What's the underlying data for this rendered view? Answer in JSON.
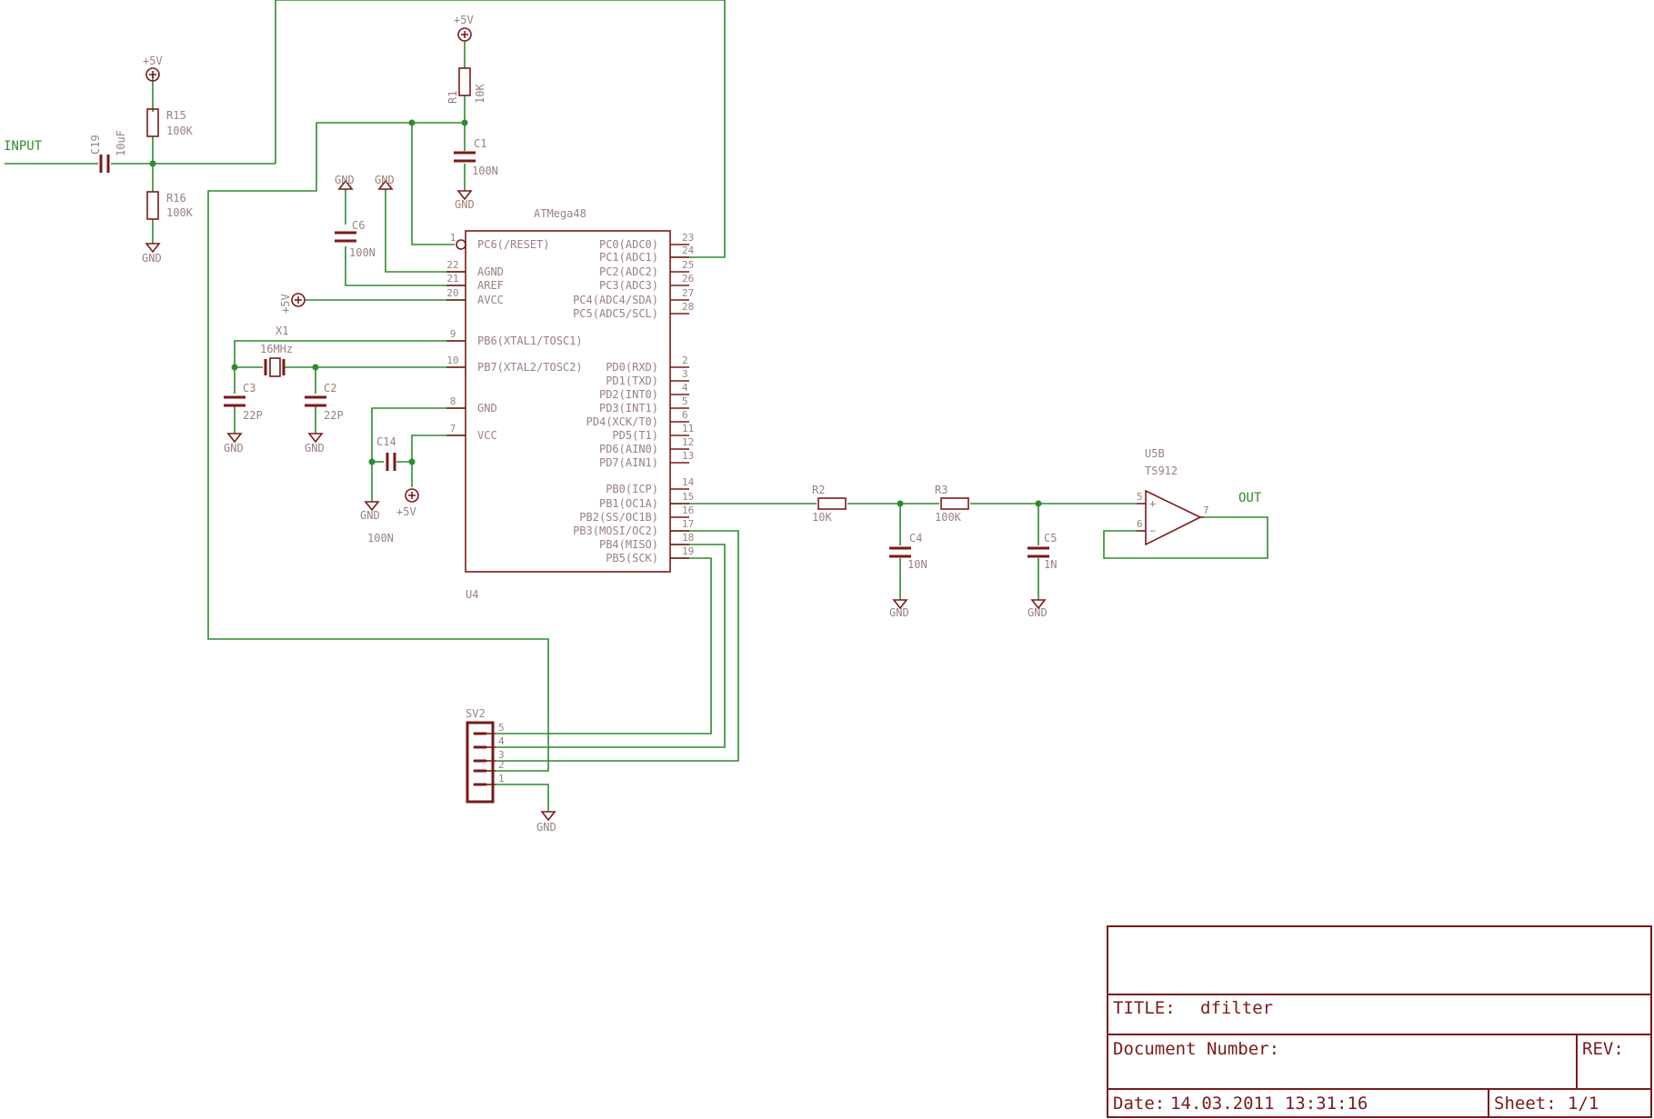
{
  "power": {
    "vcc": "+5V",
    "gnd": "GND"
  },
  "nets": {
    "input": "INPUT",
    "output": "OUT"
  },
  "components": {
    "c19": {
      "ref": "C19",
      "value": "10uF"
    },
    "r15": {
      "ref": "R15",
      "value": "100K"
    },
    "r16": {
      "ref": "R16",
      "value": "100K"
    },
    "r1": {
      "ref": "R1",
      "value": "10K"
    },
    "c1": {
      "ref": "C1",
      "value": "100N"
    },
    "c6": {
      "ref": "C6",
      "value": "100N"
    },
    "x1": {
      "ref": "X1",
      "value": "16MHz"
    },
    "c3": {
      "ref": "C3",
      "value": "22P"
    },
    "c2": {
      "ref": "C2",
      "value": "22P"
    },
    "c14": {
      "ref": "C14",
      "value": "100N"
    },
    "r2": {
      "ref": "R2",
      "value": "10K"
    },
    "r3": {
      "ref": "R3",
      "value": "100K"
    },
    "c4": {
      "ref": "C4",
      "value": "10N"
    },
    "c5": {
      "ref": "C5",
      "value": "1N"
    },
    "u5b": {
      "ref": "U5B",
      "value": "TS912",
      "pins": [
        "5",
        "6",
        "7"
      ],
      "plus": "+",
      "minus": "−"
    },
    "sv2": {
      "ref": "SV2",
      "pins": [
        "5",
        "4",
        "3",
        "2",
        "1"
      ]
    }
  },
  "mcu": {
    "ref": "U4",
    "part": "ATMega48",
    "left_pins": [
      {
        "num": "1",
        "name": "PC6(/RESET)"
      },
      {
        "num": "22",
        "name": "AGND"
      },
      {
        "num": "21",
        "name": "AREF"
      },
      {
        "num": "20",
        "name": "AVCC"
      },
      {
        "num": "9",
        "name": "PB6(XTAL1/TOSC1)"
      },
      {
        "num": "10",
        "name": "PB7(XTAL2/TOSC2)"
      },
      {
        "num": "8",
        "name": "GND"
      },
      {
        "num": "7",
        "name": "VCC"
      }
    ],
    "right_pins": [
      {
        "num": "23",
        "name": "PC0(ADC0)"
      },
      {
        "num": "24",
        "name": "PC1(ADC1)"
      },
      {
        "num": "25",
        "name": "PC2(ADC2)"
      },
      {
        "num": "26",
        "name": "PC3(ADC3)"
      },
      {
        "num": "27",
        "name": "PC4(ADC4/SDA)"
      },
      {
        "num": "28",
        "name": "PC5(ADC5/SCL)"
      },
      {
        "num": "2",
        "name": "PD0(RXD)"
      },
      {
        "num": "3",
        "name": "PD1(TXD)"
      },
      {
        "num": "4",
        "name": "PD2(INT0)"
      },
      {
        "num": "5",
        "name": "PD3(INT1)"
      },
      {
        "num": "6",
        "name": "PD4(XCK/T0)"
      },
      {
        "num": "11",
        "name": "PD5(T1)"
      },
      {
        "num": "12",
        "name": "PD6(AIN0)"
      },
      {
        "num": "13",
        "name": "PD7(AIN1)"
      },
      {
        "num": "14",
        "name": "PB0(ICP)"
      },
      {
        "num": "15",
        "name": "PB1(OC1A)"
      },
      {
        "num": "16",
        "name": "PB2(SS/OC1B)"
      },
      {
        "num": "17",
        "name": "PB3(MOSI/OC2)"
      },
      {
        "num": "18",
        "name": "PB4(MISO)"
      },
      {
        "num": "19",
        "name": "PB5(SCK)"
      }
    ]
  },
  "title_block": {
    "title_label": "TITLE:",
    "title": "dfilter",
    "doc_label": "Document Number:",
    "rev_label": "REV:",
    "date_label": "Date:",
    "date": "14.03.2011 13:31:16",
    "sheet_label": "Sheet:",
    "sheet": "1/1"
  }
}
